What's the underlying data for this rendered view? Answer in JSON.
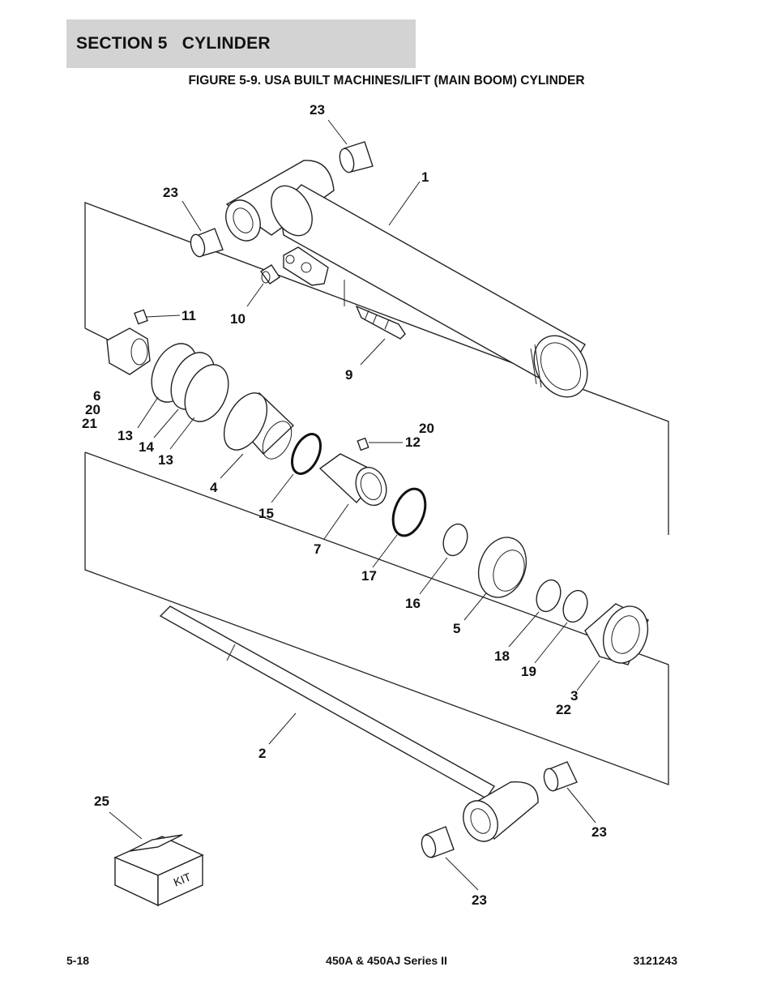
{
  "header": {
    "section": "SECTION 5   CYLINDER",
    "figure": "FIGURE 5-9. USA BUILT MACHINES/LIFT (MAIN BOOM) CYLINDER"
  },
  "callouts": {
    "c23a": "23",
    "c1": "1",
    "c23b": "23",
    "c11": "11",
    "c10": "10",
    "c9": "9",
    "c6": "6",
    "c20a": "20",
    "c21": "21",
    "c13a": "13",
    "c14": "14",
    "c13b": "13",
    "c20b": "20",
    "c12": "12",
    "c4": "4",
    "c15": "15",
    "c7": "7",
    "c17": "17",
    "c16": "16",
    "c5": "5",
    "c18": "18",
    "c19": "19",
    "c3": "3",
    "c22": "22",
    "c2": "2",
    "c25": "25",
    "c23c": "23",
    "c23d": "23"
  },
  "kit_label": "KIT",
  "footer": {
    "page": "5-18",
    "model": "450A & 450AJ Series II",
    "doc": "3121243"
  }
}
